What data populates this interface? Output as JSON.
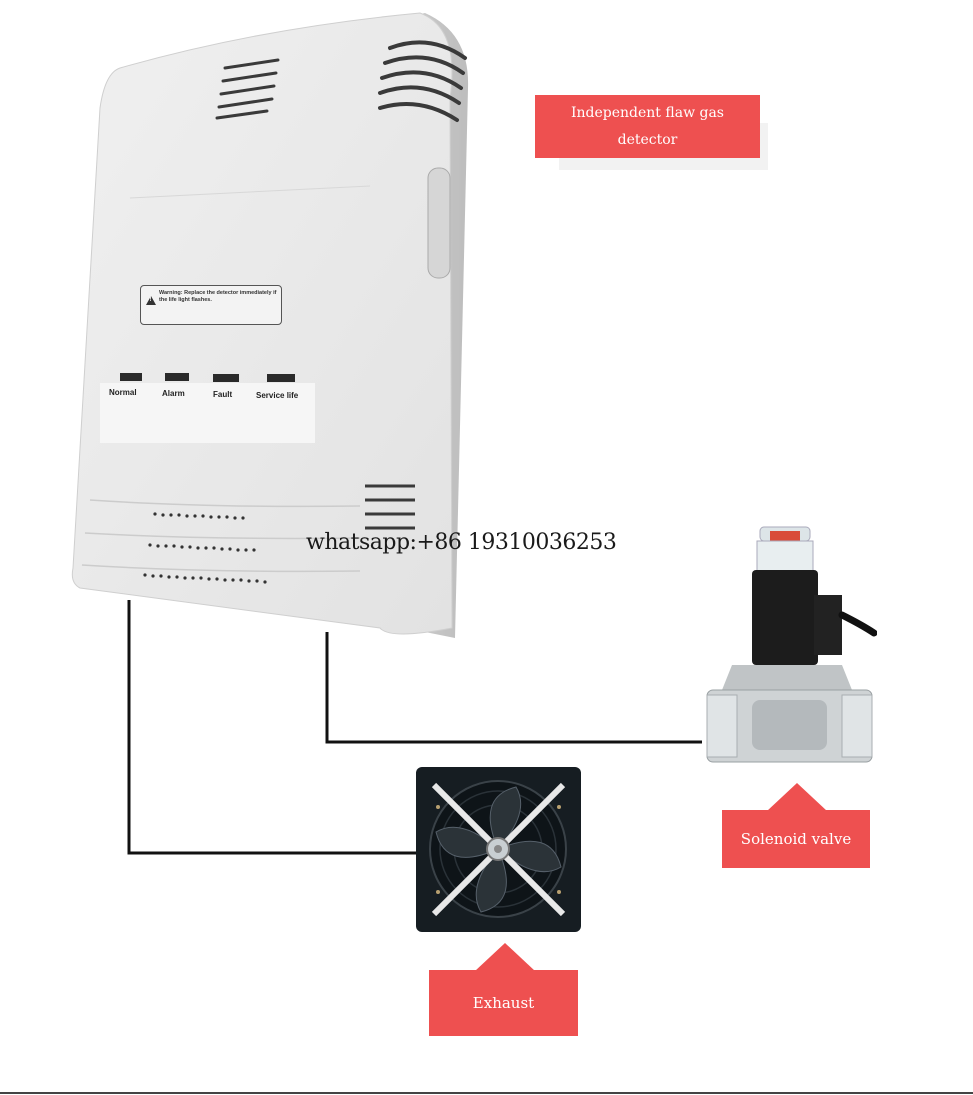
{
  "detector": {
    "warning_text": "Warning: Replace the detector immediately if the life light flashes.",
    "indicators": [
      "Normal",
      "Alarm",
      "Fault",
      "Service life"
    ]
  },
  "callouts": {
    "detector": [
      "Independent flaw gas",
      "detector"
    ],
    "valve": "Solenoid valve",
    "fan": "Exhaust"
  },
  "watermark": "whatsapp:+86 19310036253",
  "colors": {
    "callout_red": "#ee5050",
    "wire": "#111111",
    "detector_body": "#eeeeee"
  }
}
